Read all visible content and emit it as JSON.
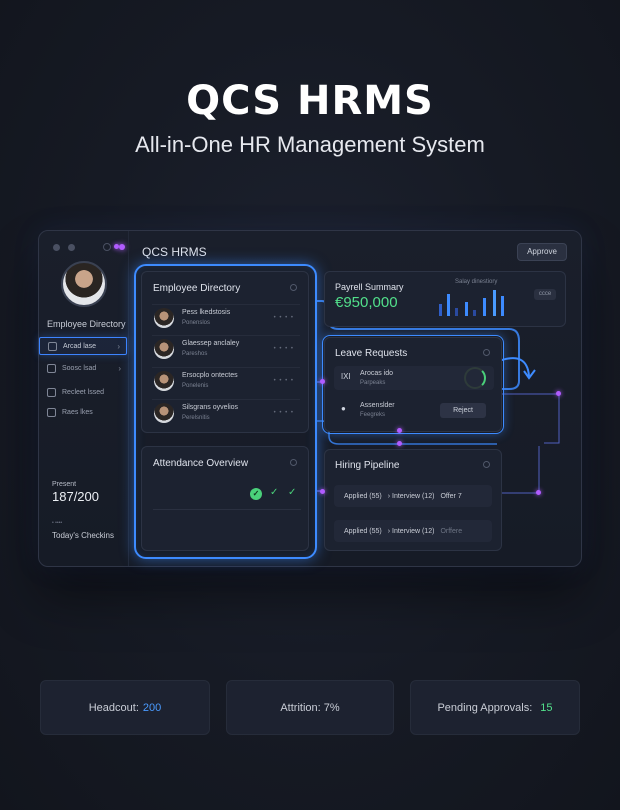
{
  "hero": {
    "title": "QCS HRMS",
    "subtitle": "All-in-One HR Management System"
  },
  "app": {
    "title": "QCS HRMS",
    "approve_label": "Approve",
    "accent": "#3d8bff",
    "connector_color": "#b15cff"
  },
  "sidebar": {
    "heading": "Employee Directory",
    "items": [
      {
        "label": "Arcad lase",
        "icon": "user-icon"
      },
      {
        "label": "Soosc lsad",
        "icon": "id-card-icon"
      },
      {
        "label": "Recleet lssed",
        "icon": "home-icon"
      },
      {
        "label": "Raes lkes",
        "icon": "building-icon"
      }
    ]
  },
  "employee_directory": {
    "title": "Employee Directory",
    "rows": [
      {
        "name": "Pess lkedstosis",
        "role": "Ponenslos"
      },
      {
        "name": "Glaessep anclaley",
        "role": "Pareshos"
      },
      {
        "name": "Ersocplo ontectes",
        "role": "Ponelenis"
      },
      {
        "name": "Silsgrans oyvelios",
        "role": "Perelsnitis"
      }
    ],
    "more": "• • • •"
  },
  "attendance": {
    "title": "Attendance Overview",
    "present_label": "Present",
    "present_value": "187/200",
    "footer_small": "• ••••",
    "footer": "Today's Checkins"
  },
  "payroll": {
    "title": "Payrell Summary",
    "value": "€950,000",
    "chart_label": "Salay dinestiory",
    "button": "ccce",
    "value_color": "#52e08b"
  },
  "leave": {
    "title": "Leave Requests",
    "rows": [
      {
        "icon": "ǀXǀ",
        "name": "Arocas ido",
        "sub": "Parpeaks"
      },
      {
        "icon": "●",
        "name": "Assenslder",
        "sub": "Feegreks"
      }
    ],
    "reject_label": "Reject"
  },
  "hiring": {
    "title": "Hiring Pipeline",
    "rows": [
      {
        "applied": "Applied (55)",
        "interview": "› Interview (12)",
        "offer": "Offer 7"
      },
      {
        "applied": "Applied (55)",
        "interview": "› Interview (12)",
        "offer": "Orffere"
      }
    ]
  },
  "stats": [
    {
      "label": "Headcout:",
      "value": "200"
    },
    {
      "label": "Attrition: 7%",
      "value": ""
    },
    {
      "label": "Pending Approvals:",
      "value": "15"
    }
  ]
}
